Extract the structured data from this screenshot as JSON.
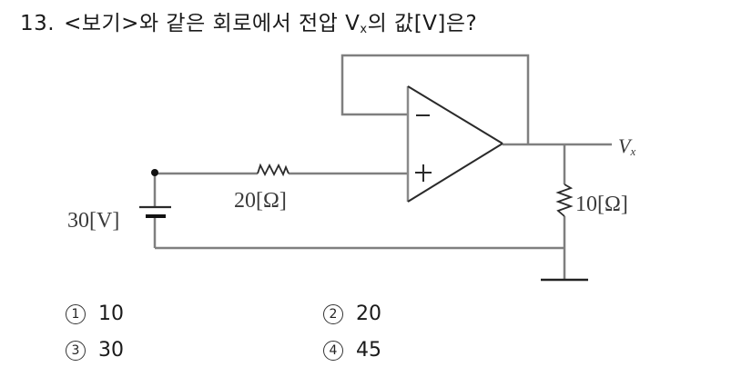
{
  "question": {
    "number": "13.",
    "text_before": "<보기>와 같은 회로에서 전압 V",
    "subscript": "x",
    "text_after": "의 값[V]은?"
  },
  "circuit": {
    "source_label": "30[V]",
    "series_resistor_label": "20[Ω]",
    "load_resistor_label": "10[Ω]",
    "output_label": "V",
    "output_label_sub": "x",
    "opamp_minus": "−",
    "opamp_plus": "+",
    "wire_color": "#7f7f7f",
    "component_color": "#2a2a2a"
  },
  "choices": [
    {
      "mark": "1",
      "value": "10"
    },
    {
      "mark": "2",
      "value": "20"
    },
    {
      "mark": "3",
      "value": "30"
    },
    {
      "mark": "4",
      "value": "45"
    }
  ]
}
